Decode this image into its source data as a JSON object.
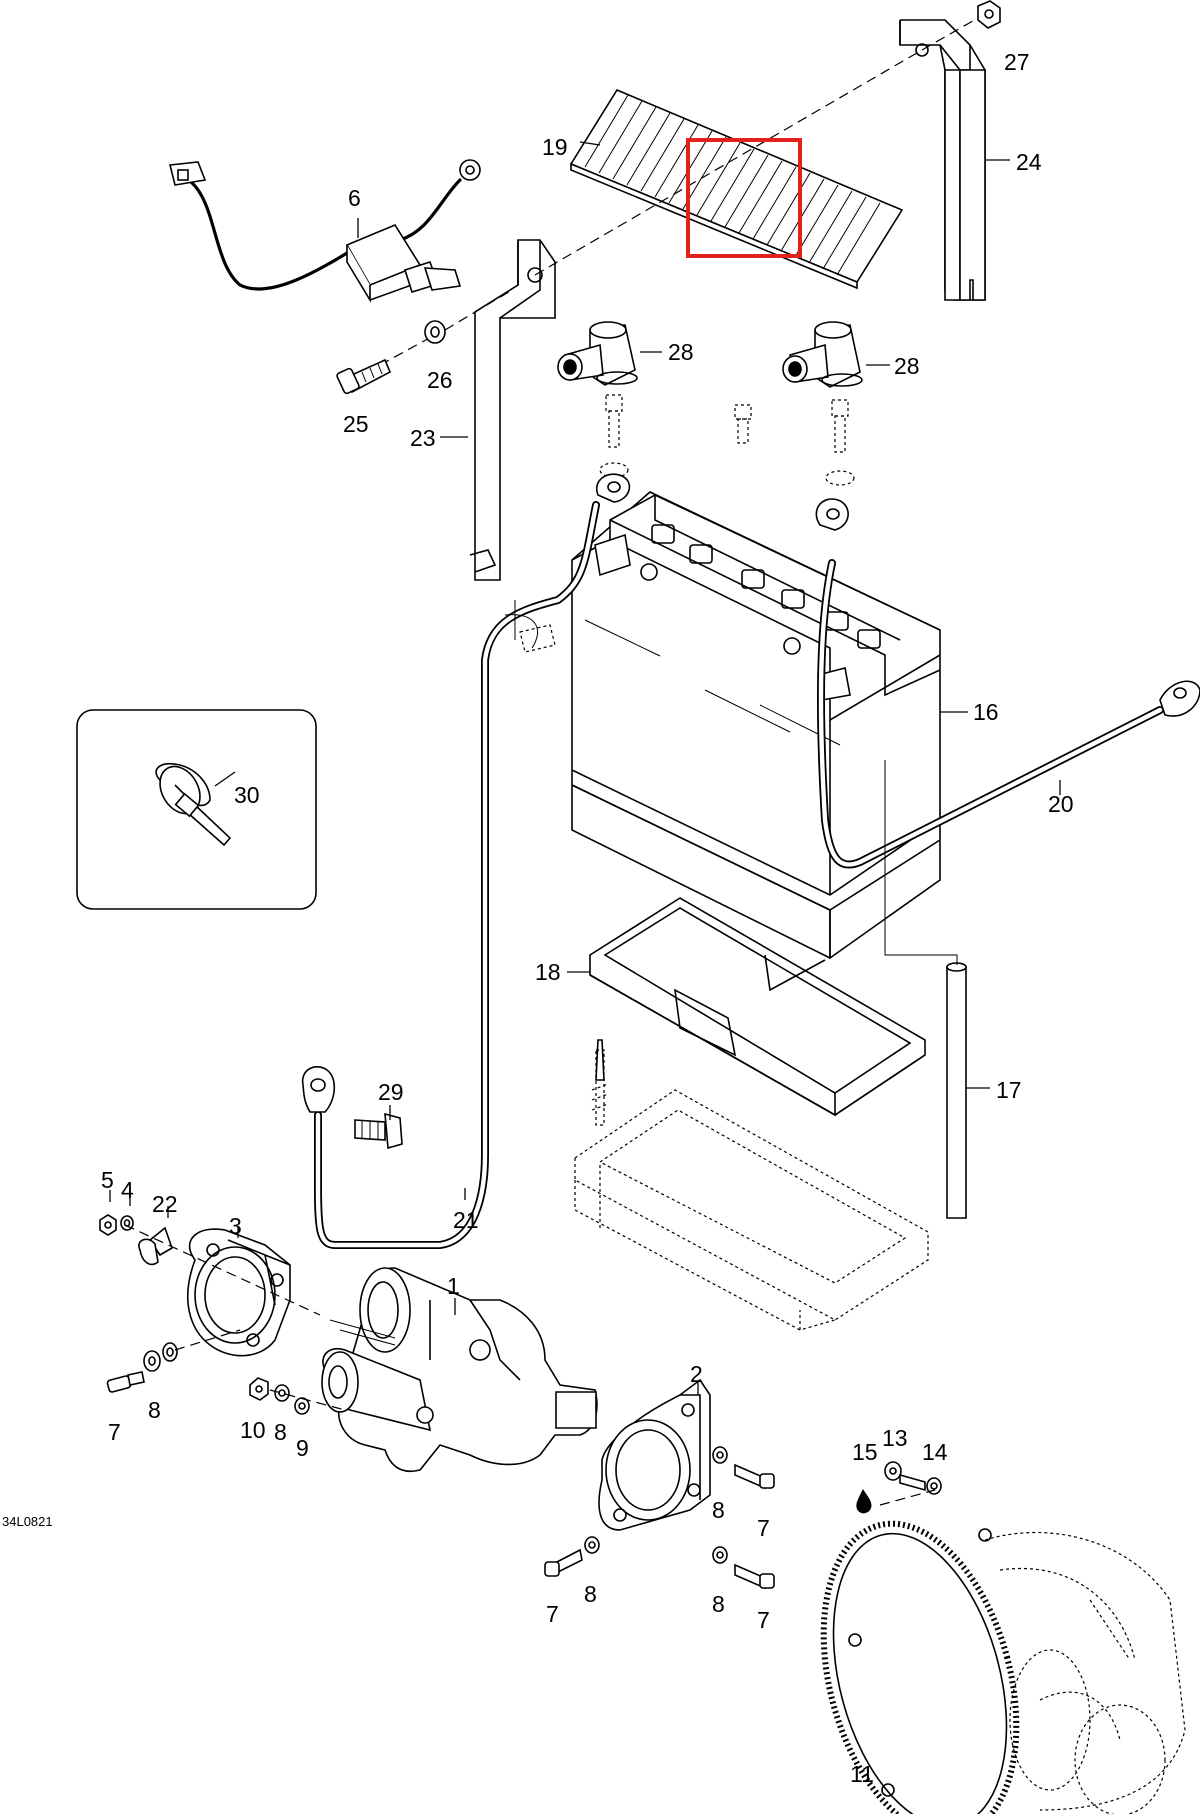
{
  "drawing_code": "34L0821",
  "callouts": {
    "c1": "1",
    "c2": "2",
    "c3": "3",
    "c4": "4",
    "c5": "5",
    "c6": "6",
    "c7a": "7",
    "c7b": "7",
    "c7c": "7",
    "c7d": "7",
    "c8a": "8",
    "c8b": "8",
    "c8c": "8",
    "c8d": "8",
    "c8e": "8",
    "c9": "9",
    "c10": "10",
    "c11": "11",
    "c13": "13",
    "c14": "14",
    "c15": "15",
    "c16": "16",
    "c17": "17",
    "c18": "18",
    "c19": "19",
    "c20": "20",
    "c21": "21",
    "c22": "22",
    "c23": "23",
    "c24": "24",
    "c25": "25",
    "c26": "26",
    "c27": "27",
    "c28a": "28",
    "c28b": "28",
    "c29": "29",
    "c30": "30"
  },
  "highlight": {
    "color": "#e3201b",
    "target": "19"
  }
}
